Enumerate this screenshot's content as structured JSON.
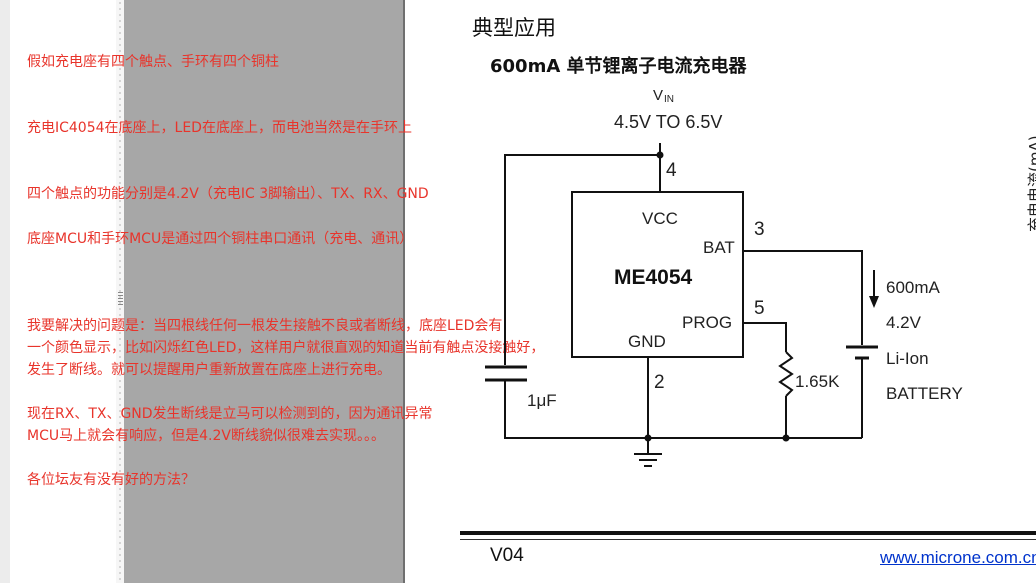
{
  "forum_post": {
    "lines": [
      "假如充电座有四个触点、手环有四个铜柱",
      "充电IC4054在底座上，LED在底座上，而电池当然是在手环上",
      "四个触点的功能分别是4.2V（充电IC 3脚输出）、TX、RX、GND",
      "底座MCU和手环MCU是通过四个铜柱串口通讯（充电、通讯）",
      "我要解决的问题是：当四根线任何一根发生接触不良或者断线，底座LED会有",
      "一个颜色显示，比如闪烁红色LED，这样用户就很直观的知道当前有触点没接触好，",
      "发生了断线。就可以提醒用户重新放置在底座上进行充电。",
      "现在RX、TX、GND发生断线是立马可以检测到的，因为通讯异常",
      "MCU马上就会有响应，但是4.2V断线貌似很难去实现。。。",
      "各位坛友有没有好的方法？"
    ],
    "text_color": "#e8342b"
  },
  "datasheet": {
    "title": "典型应用",
    "subtitle": "600mA 单节锂离子电流充电器",
    "vin_label": "V",
    "vin_sub": "IN",
    "vin_range": "4.5V TO 6.5V",
    "ic_name": "ME4054",
    "pins": {
      "vcc": "VCC",
      "bat": "BAT",
      "prog": "PROG",
      "gnd": "GND"
    },
    "pin_numbers": {
      "vcc": "4",
      "bat": "3",
      "prog": "5",
      "gnd": "2"
    },
    "capacitor": "1μF",
    "resistor": "1.65K",
    "current": "600mA",
    "battery_voltage": "4.2V",
    "battery_type": "Li-Ion",
    "battery_label": "BATTERY",
    "right_edge_text": "充电电流(mA)",
    "version": "V04",
    "url": "www.microne.com.cn"
  }
}
